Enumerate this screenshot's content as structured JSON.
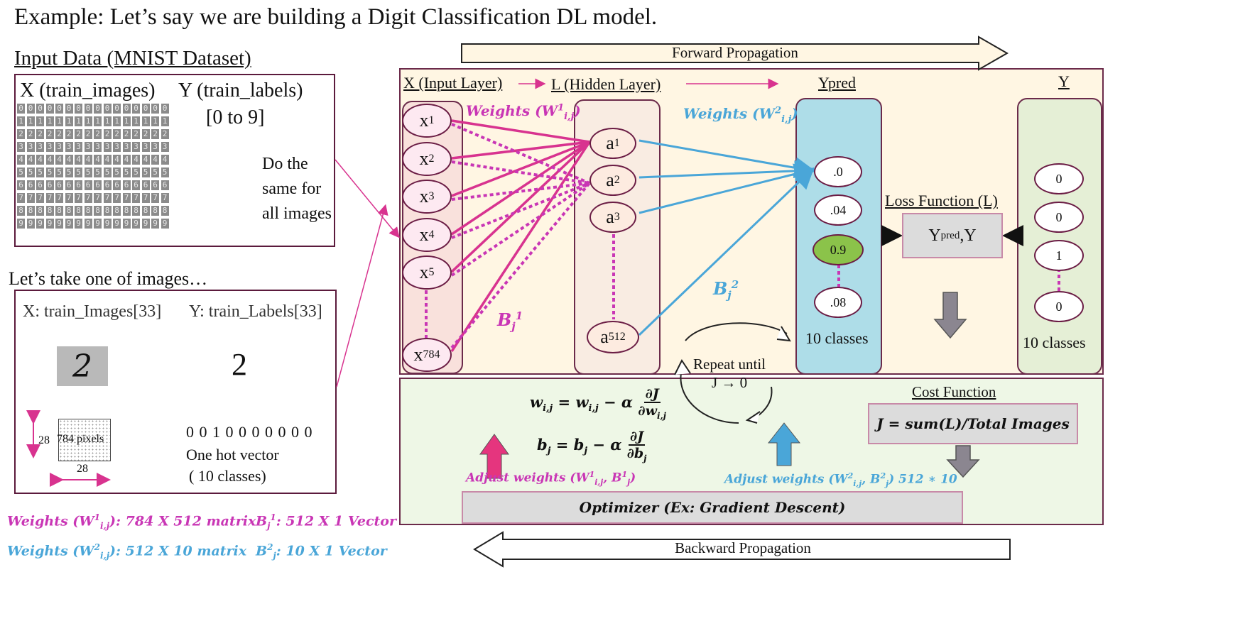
{
  "title": "Example: Let’s say we are building a Digit Classification DL model.",
  "input_data": {
    "heading": "Input Data (MNIST Dataset)",
    "x_label": "X (train_images)",
    "y_label": "Y (train_labels)",
    "y_range": "[0 to 9]",
    "note_lines": [
      "Do the",
      "same for",
      "all images"
    ],
    "digits": [
      "0",
      "1",
      "2",
      "3",
      "4",
      "5",
      "6",
      "7",
      "8",
      "9"
    ]
  },
  "one_image": {
    "heading": "Let’s take one of images…",
    "x_label": "X: train_Images[33]",
    "y_label": "Y: train_Labels[33]",
    "label_value": "2",
    "sample_digit": "2",
    "pixels_label": "784 pixels",
    "dim_h": "28",
    "dim_w": "28",
    "one_hot": "0 0 1 0 0 0 0 0 0 0",
    "one_hot_caption": "One hot vector",
    "one_hot_classes": "( 10 classes)"
  },
  "footer_notes": {
    "w1_prefix": "Weights (W",
    "w1_sup": "1",
    "w1_sub": "i,j",
    "w1_suffix": "): 784 X 512 matrix",
    "b1_prefix": "B",
    "b1_sub": "j",
    "b1_sup": "1",
    "b1_suffix": ": 512 X 1 Vector",
    "w2_prefix": "Weights (W",
    "w2_sup": "2",
    "w2_sub": "i,j",
    "w2_suffix": "): 512 X 10 matrix",
    "b2_prefix": "B",
    "b2_sup": "2",
    "b2_sub": "j",
    "b2_suffix": ": 10 X 1 Vector"
  },
  "network": {
    "forward_label": "Forward Propagation",
    "backward_label": "Backward Propagation",
    "input_layer_label": "X (Input Layer)",
    "hidden_layer_label": "L (Hidden Layer)",
    "ypred_label": "Ypred",
    "y_label": "Y",
    "input_nodes": [
      {
        "base": "x",
        "sub": "1"
      },
      {
        "base": "x",
        "sub": "2"
      },
      {
        "base": "x",
        "sub": "3"
      },
      {
        "base": "x",
        "sub": "4"
      },
      {
        "base": "x",
        "sub": "5"
      },
      {
        "base": "x",
        "sub": "784"
      }
    ],
    "hidden_nodes": [
      {
        "base": "a",
        "sub": "1"
      },
      {
        "base": "a",
        "sub": "2"
      },
      {
        "base": "a",
        "sub": "3"
      },
      {
        "base": "a",
        "sub": "512"
      }
    ],
    "ypred_nodes": [
      ".0",
      ".04",
      "0.9",
      ".08"
    ],
    "y_nodes": [
      "0",
      "0",
      "1",
      "0"
    ],
    "ypred_classes": "10 classes",
    "y_classes": "10 classes",
    "weights1_prefix": "Weights (W",
    "weights1_sup": "1",
    "weights1_sub": "i,j",
    "weights1_suffix": ")",
    "weights2_prefix": "Weights (W",
    "weights2_sup": "2",
    "weights2_sub": "i,j",
    "weights2_suffix": ")",
    "bias1_base": "B",
    "bias1_sub": "j",
    "bias1_sup": "1",
    "bias2_base": "B",
    "bias2_sub": "j",
    "bias2_sup": "2",
    "loss_title": "Loss Function (L)",
    "loss_y": "Y",
    "loss_sub": "pred",
    "loss_rest": ",Y",
    "repeat_line1": "Repeat until",
    "repeat_line2": "J → 0"
  },
  "optimizer": {
    "cost_title": "Cost Function",
    "cost_formula": "J = sum(L)/Total Images",
    "update_w_lhs": "w",
    "update_w_sub": "i,j",
    "update_w_mid": " = w",
    "update_w_mid_sub": "i,j",
    "update_w_alpha": " − α ",
    "update_w_num": "∂J",
    "update_w_den": "∂w",
    "update_w_den_sub": "i,j",
    "update_b_lhs": "b",
    "update_b_sub": "j",
    "update_b_mid": " = b",
    "update_b_mid_sub": "j",
    "update_b_alpha": " − α ",
    "update_b_num": "∂J",
    "update_b_den": "∂b",
    "update_b_den_sub": "j",
    "adjust1": "Adjust weights (W",
    "adjust1_w_sup": "1",
    "adjust1_w_sub": "i,j",
    "adjust1_b": ", B",
    "adjust1_b_sup": "1",
    "adjust1_b_sub": "j",
    "adjust1_end": ")",
    "adjust2": "Adjust weights (W",
    "adjust2_w_sup": "2",
    "adjust2_w_sub": "i,j",
    "adjust2_b": ", B",
    "adjust2_b_sup": "2",
    "adjust2_b_sub": "j",
    "adjust2_end": ") 512  ∗ 10",
    "optimizer_label": "Optimizer (Ex: Gradient Descent)"
  },
  "colors": {
    "magenta": "#c936b5",
    "arrow_magenta": "#d8338f",
    "blue": "#4aa6d8",
    "network_bg": "#fff6e3",
    "optimizer_bg": "#eef7e6",
    "ypred_bg": "#aedde8",
    "y_bg": "#e5efd6",
    "selected_node": "#8bc34a"
  }
}
